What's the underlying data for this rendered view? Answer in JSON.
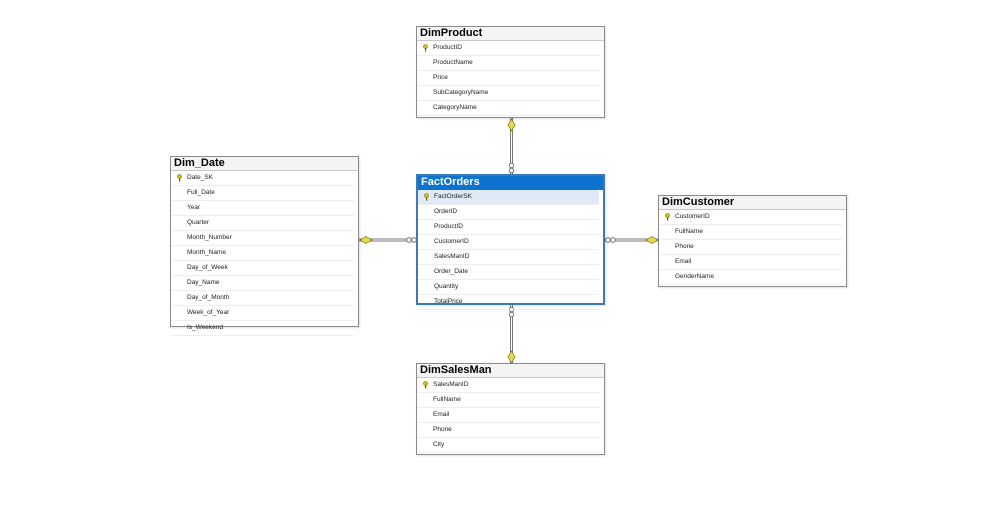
{
  "colors": {
    "selected_header": "#0e73cf",
    "selected_border": "#3f78b5",
    "key_icon": "#d4c217",
    "connector": "#7a7a7a"
  },
  "tables": {
    "dim_product": {
      "title": "DimProduct",
      "columns": [
        "ProductID",
        "ProductName",
        "Price",
        "SubCategoryName",
        "CategoryName"
      ],
      "primary_key": "ProductID"
    },
    "dim_date": {
      "title": "Dim_Date",
      "columns": [
        "Date_SK",
        "Full_Date",
        "Year",
        "Quarter",
        "Month_Number",
        "Month_Name",
        "Day_of_Week",
        "Day_Name",
        "Day_of_Month",
        "Week_of_Year",
        "Is_Weekend"
      ],
      "primary_key": "Date_SK"
    },
    "fact_orders": {
      "title": "FactOrders",
      "columns": [
        "FactOrderSK",
        "OrderID",
        "ProductID",
        "CustomerID",
        "SalesManID",
        "Order_Date",
        "Quantity",
        "TotalPrice"
      ],
      "primary_key": "FactOrderSK",
      "selected": true
    },
    "dim_customer": {
      "title": "DimCustomer",
      "columns": [
        "CustomerID",
        "FullName",
        "Phone",
        "Email",
        "GenderName"
      ],
      "primary_key": "CustomerID"
    },
    "dim_salesman": {
      "title": "DimSalesMan",
      "columns": [
        "SalesManID",
        "FullName",
        "Email",
        "Phone",
        "City"
      ],
      "primary_key": "SalesManID"
    }
  },
  "relationships": [
    {
      "from": "fact_orders",
      "to": "dim_product",
      "type": "many-to-one"
    },
    {
      "from": "fact_orders",
      "to": "dim_date",
      "type": "many-to-one"
    },
    {
      "from": "fact_orders",
      "to": "dim_customer",
      "type": "many-to-one"
    },
    {
      "from": "fact_orders",
      "to": "dim_salesman",
      "type": "many-to-one"
    }
  ]
}
